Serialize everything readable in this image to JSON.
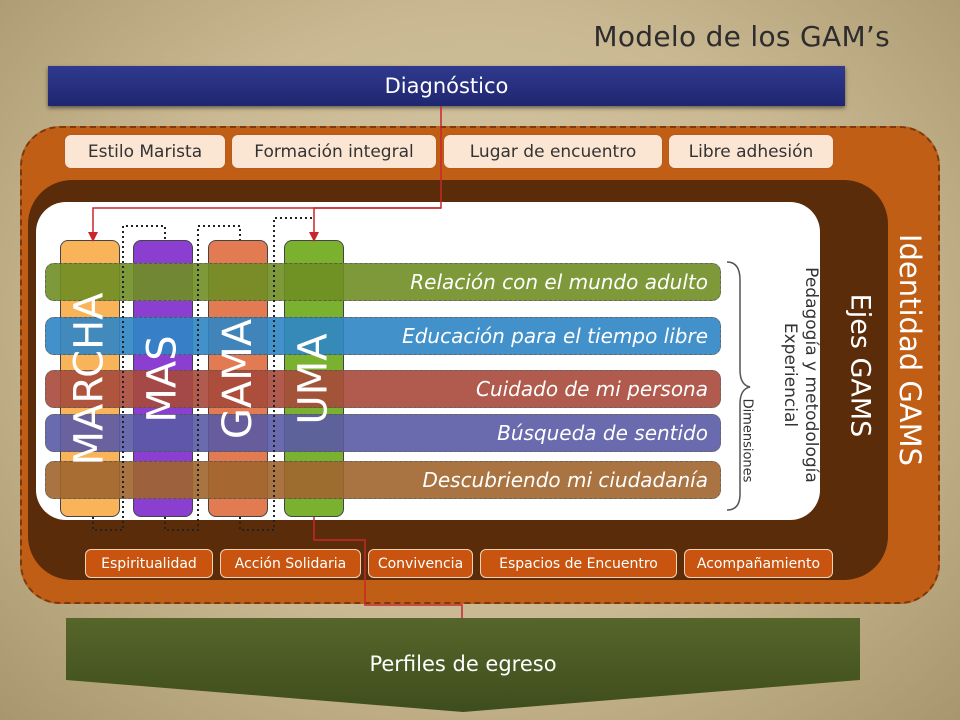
{
  "title": "Modelo de los GAM’s",
  "diagnostico": "Diagnóstico",
  "top_tags": [
    "Estilo Marista",
    "Formación integral",
    "Lugar de encuentro",
    "Libre adhesión"
  ],
  "identity_label": "Identidad GAMS",
  "ejes_label": "Ejes GAMS",
  "pedagogy_label_1": "Pedagogía y metodología",
  "pedagogy_label_2": "Experiencial",
  "dimensiones_label": "Dimensiones",
  "stages": [
    {
      "label": "MARCHA",
      "color": "#f9b45a"
    },
    {
      "label": "MAS",
      "color": "#8a3fd0"
    },
    {
      "label": "GAMA",
      "color": "#e27a52"
    },
    {
      "label": "UMA",
      "color": "#7ab12e"
    }
  ],
  "dimensions": [
    {
      "label": "Relación con el mundo adulto",
      "color": "#6f8f24"
    },
    {
      "label": "Educación para el tiempo libre",
      "color": "#2f86c6"
    },
    {
      "label": "Cuidado de mi persona",
      "color": "#a84a3a"
    },
    {
      "label": "Búsqueda de sentido",
      "color": "#5a5aa6"
    },
    {
      "label": "Descubriendo mi ciudadanía",
      "color": "#a0662e"
    }
  ],
  "bottom_tags": [
    "Espiritualidad",
    "Acción Solidaria",
    "Convivencia",
    "Espacios de Encuentro",
    "Acompañamiento"
  ],
  "perfiles": "Perfiles de egreso"
}
